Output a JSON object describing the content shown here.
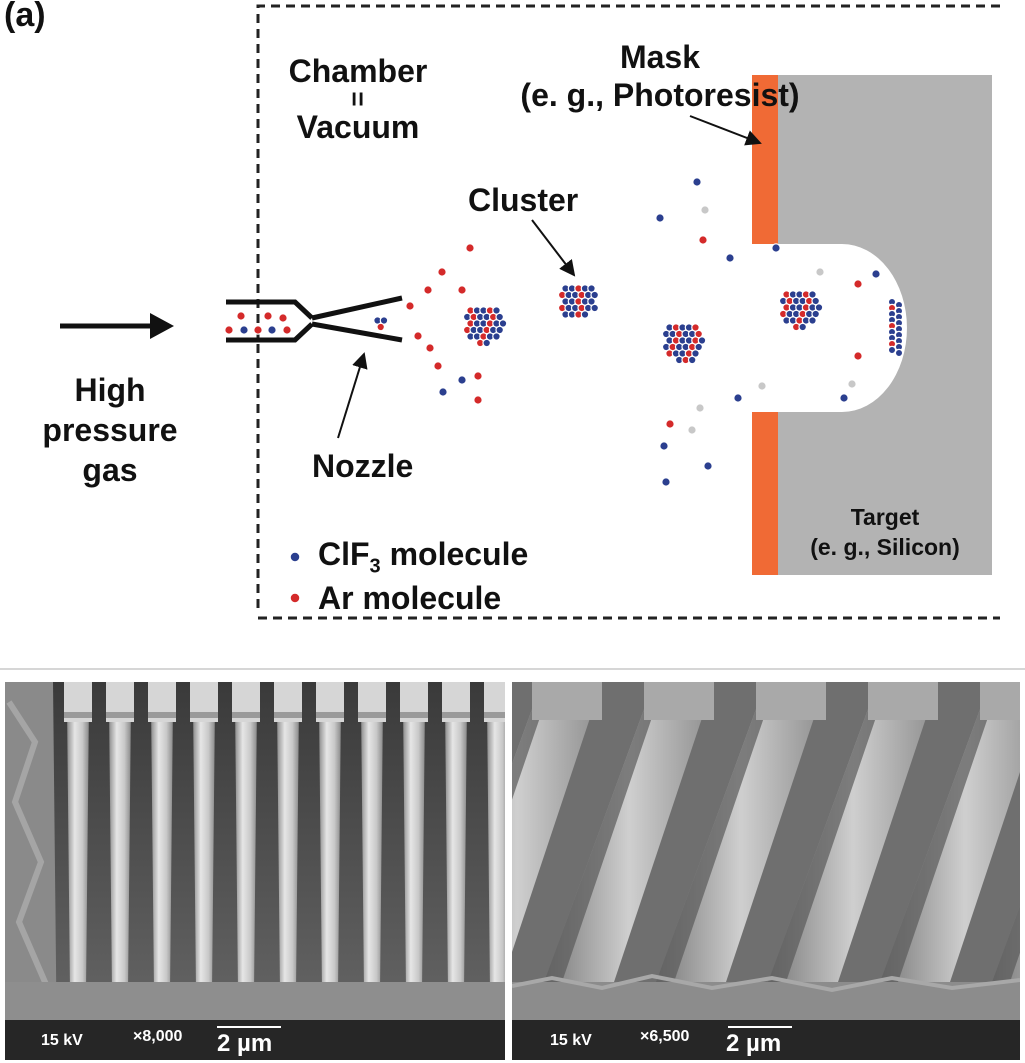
{
  "panel_label": "(a)",
  "labels": {
    "chamber_line1": "Chamber",
    "chamber_eq": "=",
    "chamber_line2": "Vacuum",
    "mask_line1": "Mask",
    "mask_line2": "(e. g., Photoresist)",
    "cluster": "Cluster",
    "nozzle": "Nozzle",
    "gas_line1": "High",
    "gas_line2": "pressure",
    "gas_line3": "gas",
    "target_line1": "Target",
    "target_line2": "(e. g., Silicon)"
  },
  "legend": [
    {
      "name_main": "ClF",
      "name_sub": "3",
      "name_tail": " molecule",
      "color": "#2b3f8f"
    },
    {
      "name_main": "Ar molecule",
      "name_sub": "",
      "name_tail": "",
      "color": "#d42a2a"
    }
  ],
  "colors": {
    "mask": "#f06a35",
    "target": "#b3b3b3",
    "clf3": "#2b3f8f",
    "ar": "#d42a2a",
    "byproduct": "#c8c8c8",
    "sem_bar": "#262626"
  },
  "micrographs": [
    {
      "voltage": "15 kV",
      "magnification": "×8,000",
      "scale": "2 µm"
    },
    {
      "voltage": "15 kV",
      "magnification": "×6,500",
      "scale": "2 µm"
    }
  ]
}
